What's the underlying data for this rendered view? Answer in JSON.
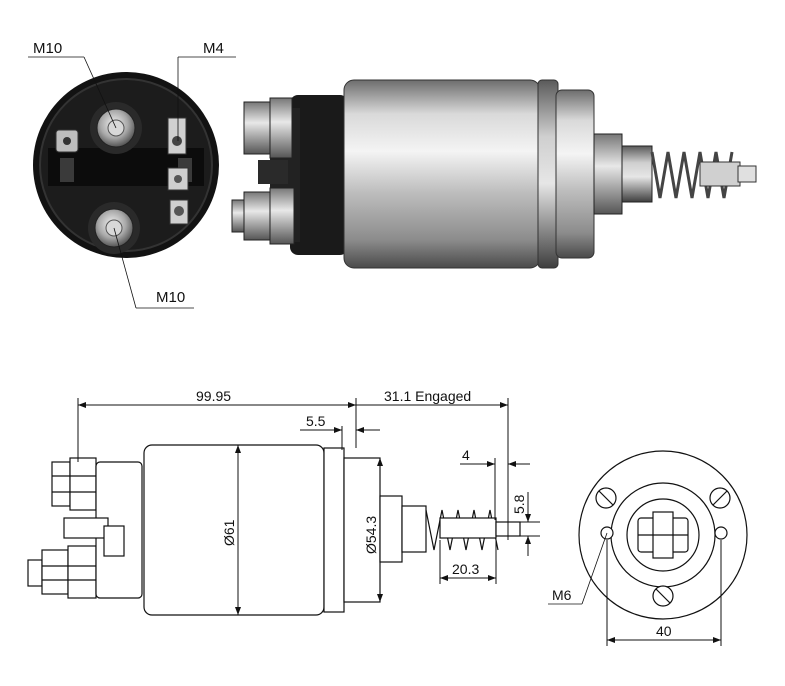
{
  "photo_labels": {
    "terminal_top": "M10",
    "terminal_small": "M4",
    "terminal_bottom": "M10"
  },
  "dimensions": {
    "overall_length": "99.95",
    "engaged_travel": "31.1 Engaged",
    "flange_thickness": "5.5",
    "tip_width": "4",
    "tip_height": "5.8",
    "body_diameter": "Ø61",
    "flange_diameter": "Ø54.3",
    "spring_length": "20.3",
    "mount_thread": "M6",
    "mount_spacing": "40"
  }
}
